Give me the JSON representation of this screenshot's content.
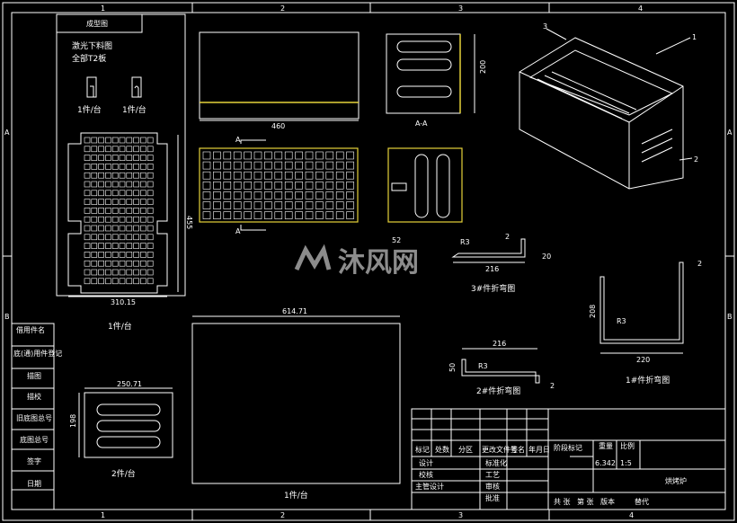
{
  "zones": {
    "top": [
      "1",
      "2",
      "3",
      "4"
    ],
    "bottom": [
      "1",
      "2",
      "3",
      "4"
    ],
    "left": [
      "A",
      "B"
    ],
    "right": [
      "A",
      "B"
    ]
  },
  "notes": {
    "title_block_label": "成型图",
    "laser_note": "激光下料图",
    "laser_note2": "全部T2板",
    "small_part_qty_a": "1件/台",
    "small_part_qty_b": "1件/台"
  },
  "part1": {
    "height_dim": "455",
    "width_dim": "310.15",
    "qty": "1件/台"
  },
  "part2": {
    "width_dim": "250.71",
    "height_dim": "198",
    "qty": "2件/台"
  },
  "part_big": {
    "width_dim": "614.71",
    "qty": "1件/台"
  },
  "views": {
    "front_width": "460",
    "side_height": "200",
    "side_label": "A-A",
    "section_label": "A",
    "section_label2": "A",
    "small_dim": "52"
  },
  "bend3": {
    "r": "R3",
    "top": "2",
    "right": "20",
    "width": "216",
    "caption": "3#件折弯图"
  },
  "bend1": {
    "top": "2",
    "height": "208",
    "r": "R3",
    "width": "220",
    "caption": "1#件折弯图"
  },
  "bend2": {
    "width": "216",
    "left": "50",
    "r": "R3",
    "right": "2",
    "caption": "2#件折弯图"
  },
  "iso": {
    "callout1": "1",
    "callout2": "2",
    "callout3": "3"
  },
  "left_strip": {
    "items": [
      "借用件名",
      "底(通)用件登记",
      "描图",
      "描校",
      "旧底图总号",
      "底图总号",
      "签字",
      "日期"
    ]
  },
  "title_block": {
    "headers": [
      "标记",
      "处数",
      "分区",
      "更改文件号",
      "签名",
      "年月日"
    ],
    "roles": [
      "设计",
      "校核",
      "主管设计"
    ],
    "roles2": [
      "标准化",
      "工艺",
      "审核",
      "批准"
    ],
    "stage_header": "阶段标记",
    "weight_header": "重量",
    "scale_header": "比例",
    "weight": "6.342",
    "scale": "1:5",
    "drawing_name": "烘烤炉",
    "bottom_row": [
      "共 张",
      "第 张",
      "版本",
      "替代"
    ]
  },
  "watermark": {
    "text": "沐风网"
  }
}
